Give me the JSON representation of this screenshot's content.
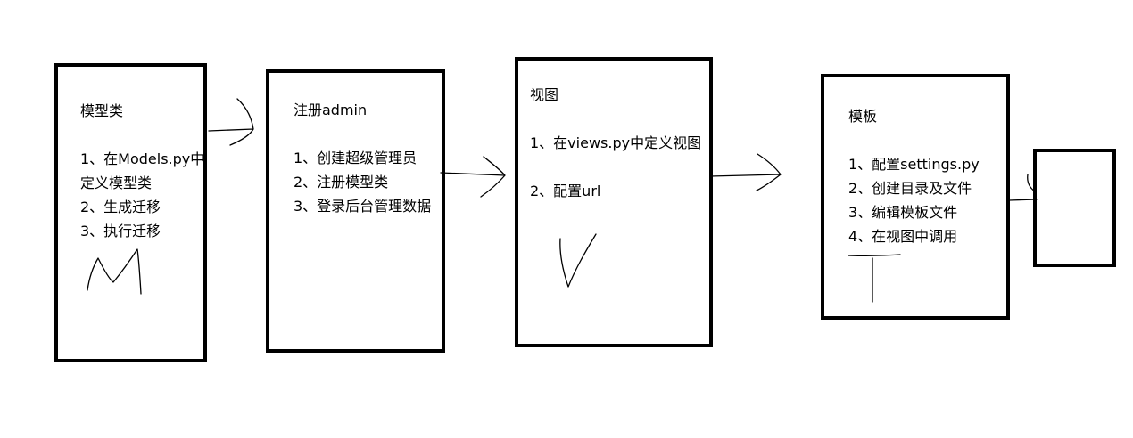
{
  "boxes": {
    "model": {
      "title": "模型类",
      "items": [
        "1、在Models.py中",
        "定义模型类",
        "2、生成迁移",
        "3、执行迁移"
      ]
    },
    "register": {
      "title": "注册admin",
      "items": [
        "1、创建超级管理员",
        "2、注册模型类",
        "3、登录后台管理数据"
      ]
    },
    "view": {
      "title": "视图",
      "items": [
        "1、在views.py中定义视图",
        "2、配置url"
      ]
    },
    "template": {
      "title": "模板",
      "items": [
        "1、配置settings.py",
        "2、创建目录及文件",
        "3、编辑模板文件",
        "4、在视图中调用"
      ]
    }
  }
}
